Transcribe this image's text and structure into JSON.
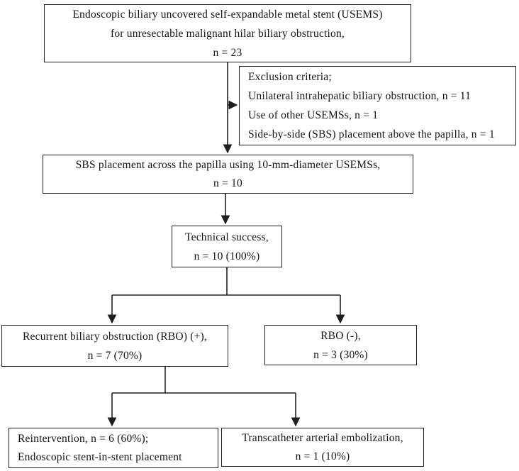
{
  "figure": {
    "type": "flowchart",
    "background_color": "#ffffff",
    "line_color": "#1f1f1f",
    "description": "Patient flow diagram for endoscopic biliary stent study"
  },
  "boxes": {
    "enrollment": {
      "lines": [
        "Endoscopic biliary uncovered self-expandable metal stent (USEMS)",
        "for unresectable malignant hilar biliary obstruction,",
        "n = 23"
      ]
    },
    "exclusion": {
      "lines": [
        "Exclusion criteria;",
        "Unilateral intrahepatic biliary obstruction, n = 11",
        "Use of other USEMSs, n = 1",
        "Side-by-side (SBS) placement above the papilla, n = 1"
      ]
    },
    "sbs_placement": {
      "lines": [
        "SBS placement across the papilla using 10-mm-diameter USEMSs,",
        "n = 10"
      ]
    },
    "technical_success": {
      "lines": [
        "Technical success,",
        "n = 10 (100%)"
      ]
    },
    "rbo_positive": {
      "lines": [
        "Recurrent biliary obstruction (RBO) (+),",
        "n = 7 (70%)"
      ]
    },
    "rbo_negative": {
      "lines": [
        "RBO (-),",
        "n = 3 (30%)"
      ]
    },
    "reintervention": {
      "lines": [
        "Reintervention, n = 6 (60%);",
        "Endoscopic stent-in-stent placement"
      ]
    },
    "embolization": {
      "lines": [
        "Transcatheter arterial embolization,",
        "n = 1 (10%)"
      ]
    }
  },
  "edges": [
    {
      "from": "enrollment",
      "to": "exclusion"
    },
    {
      "from": "enrollment",
      "to": "sbs_placement"
    },
    {
      "from": "sbs_placement",
      "to": "technical_success"
    },
    {
      "from": "technical_success",
      "to": "rbo_positive"
    },
    {
      "from": "technical_success",
      "to": "rbo_negative"
    },
    {
      "from": "rbo_positive",
      "to": "reintervention"
    },
    {
      "from": "rbo_positive",
      "to": "embolization"
    }
  ]
}
